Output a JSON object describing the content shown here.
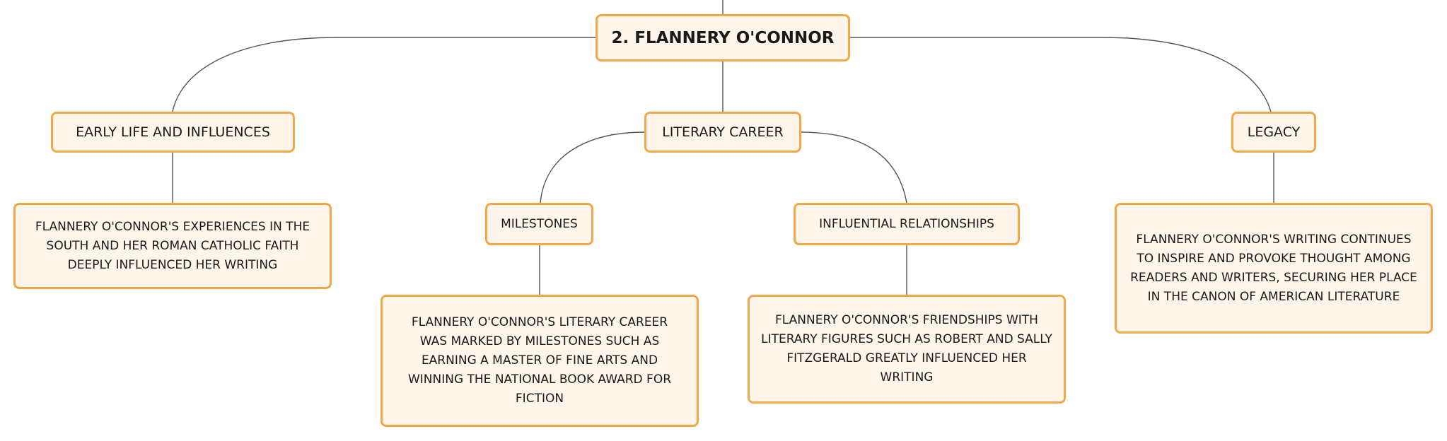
{
  "palette": {
    "node_fill": "#fdf4ea",
    "node_border": "#f0a84a",
    "link": "#555555",
    "text": "#1a1a1a"
  },
  "root": {
    "label": "2. FLANNERY O'CONNOR"
  },
  "branches": {
    "early_life": {
      "label": "EARLY LIFE AND INFLUENCES",
      "detail": "FLANNERY O'CONNOR'S EXPERIENCES IN THE SOUTH AND HER ROMAN CATHOLIC FAITH DEEPLY INFLUENCED HER WRITING"
    },
    "literary_career": {
      "label": "LITERARY CAREER",
      "milestones": {
        "label": "MILESTONES",
        "detail": "FLANNERY O'CONNOR'S LITERARY CAREER WAS MARKED BY MILESTONES SUCH AS EARNING A MASTER OF FINE ARTS AND WINNING THE NATIONAL BOOK AWARD FOR FICTION"
      },
      "relationships": {
        "label": "INFLUENTIAL RELATIONSHIPS",
        "detail": "FLANNERY O'CONNOR'S FRIENDSHIPS WITH LITERARY FIGURES SUCH AS ROBERT AND SALLY FITZGERALD GREATLY INFLUENCED HER WRITING"
      }
    },
    "legacy": {
      "label": "LEGACY",
      "detail": "FLANNERY O'CONNOR'S WRITING CONTINUES TO INSPIRE AND PROVOKE THOUGHT AMONG READERS AND WRITERS, SECURING HER PLACE IN THE CANON OF AMERICAN LITERATURE"
    }
  }
}
